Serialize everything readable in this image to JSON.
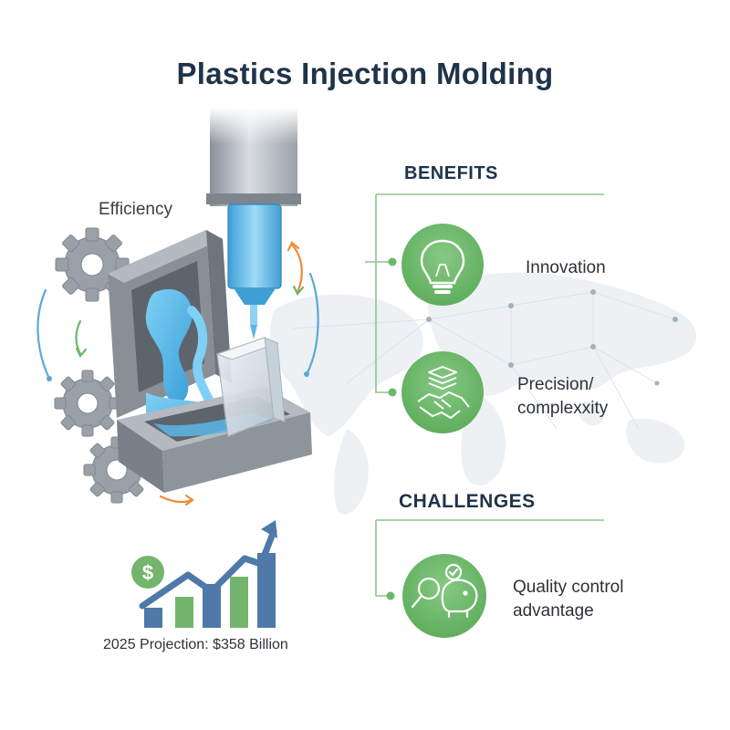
{
  "title": "Plastics Injection Molding",
  "efficiency_label": "Efficiency",
  "benefits": {
    "heading": "BENEFITS",
    "items": [
      {
        "label": "Innovation",
        "icon": "lightbulb-icon"
      },
      {
        "label": "Precision/\ncomplexxity",
        "icon": "handshake-layers-icon"
      }
    ]
  },
  "challenges": {
    "heading": "CHALLENGES",
    "items": [
      {
        "label": "Quality control\nadvantage",
        "icon": "magnifier-piggybank-icon"
      }
    ]
  },
  "projection_label": "2025 Projection: $358 Billion",
  "dollar_symbol": "$",
  "colors": {
    "title": "#1f3349",
    "accent_green": "#6cb86a",
    "line_green": "#8cc58a",
    "bar_blue": "#4e79a8",
    "bar_green": "#74b56d",
    "plastic_blue": "#5bb7e6",
    "mold_gray": "#8a8f96",
    "arrow_orange": "#f28a3b"
  }
}
